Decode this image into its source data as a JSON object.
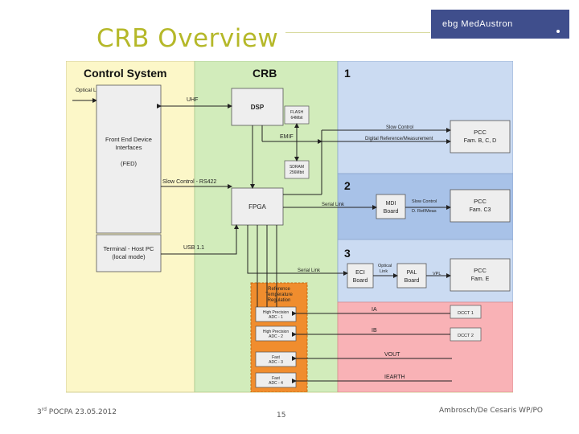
{
  "slide": {
    "title": "CRB Overview",
    "logo_text": "ebg MedAustron",
    "footer_left_prefix": "3",
    "footer_left_sup": "rd",
    "footer_left_rest": " POCPA 23.05.2012",
    "page_number": "15",
    "footer_right": "Ambrosch/De Cesaris WP/PO"
  },
  "diagram": {
    "regions": {
      "control_system": "Control System",
      "crb": "CRB",
      "zone1": "1",
      "zone2": "2",
      "zone3": "3"
    },
    "blocks": {
      "optical_link": "Optical Link",
      "fed_line1": "Front End Device",
      "fed_line2": "Interfaces",
      "fed_line3": "(FED)",
      "terminal_line1": "Terminal - Host PC",
      "terminal_line2": "(local mode)",
      "dsp": "DSP",
      "flash_line1": "FLASH",
      "flash_line2": "64Mbit",
      "sdram_line1": "SDRAM",
      "sdram_line2": "256Mbit",
      "fpga": "FPGA",
      "mdi_line1": "MDI",
      "mdi_line2": "Board",
      "eci_line1": "ECI",
      "eci_line2": "Board",
      "pal_line1": "PAL",
      "pal_line2": "Board",
      "pcc1_line1": "PCC",
      "pcc1_line2": "Fam. B, C, D",
      "pcc2_line1": "PCC",
      "pcc2_line2": "Fam. C3",
      "pcc3_line1": "PCC",
      "pcc3_line2": "Fam. E",
      "dcct1": "DCCT 1",
      "dcct2": "DCCT 2",
      "ref_line1": "Reference",
      "ref_line2": "Temperature",
      "ref_line3": "Regulation",
      "adc1_line1": "High Precision",
      "adc1_line2": "ADC - 1",
      "adc2_line1": "High Precision",
      "adc2_line2": "ADC - 2",
      "adc3_line1": "Fast",
      "adc3_line2": "ADC - 3",
      "adc4_line1": "Fast",
      "adc4_line2": "ADC - 4"
    },
    "labels": {
      "uhf": "UHF",
      "emif": "EMIF",
      "slow_control_rs422": "Slow Control - RS422",
      "slow_control": "Slow Control",
      "digital_ref": "Digital Reference/Measurement",
      "serial_link_2": "Serial Link",
      "slow_control_short": "Slow Control",
      "d_ref_meas": "D. Ref/Meas",
      "usb": "USB 1.1",
      "serial_link_3": "Serial Link",
      "optical_link_zone3_line1": "Optical",
      "optical_link_zone3_line2": "Link",
      "vpl": "VPL",
      "ia": "IA",
      "ib": "IB",
      "vout": "VOUT",
      "ieartm": "IEARTH"
    }
  },
  "colors": {
    "title": "#b5b829",
    "logo_bg": "#3f4e8c",
    "control_system_bg": "#fcf7c8",
    "crb_bg": "#d2ecbb",
    "zone1_bg": "#cbdbf2",
    "zone2_bg": "#a8c2e8",
    "zone3_bg": "#cbdbf2",
    "adc_zone_bg": "#f9b2b6",
    "ref_block": "#f08d2e"
  }
}
